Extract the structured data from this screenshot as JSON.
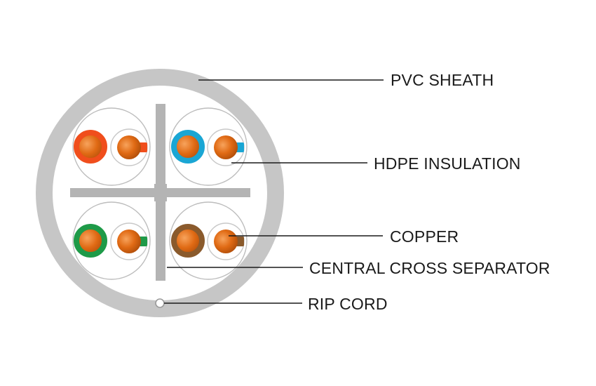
{
  "labels": {
    "pvc_sheath": "PVC SHEATH",
    "hdpe_insulation": "HDPE INSULATION",
    "copper": "COPPER",
    "central_cross_separator": "CENTRAL CROSS SEPARATOR",
    "rip_cord": "RIP CORD"
  },
  "colors": {
    "sheath": "#c6c6c6",
    "separator": "#b4b4b4",
    "copper": "#e06a14",
    "copper_highlight": "#f5a15a",
    "copper_shadow": "#a84a08",
    "pair_outline": "#bdbdbd",
    "pairs": {
      "orange": "#f04e1c",
      "blue": "#1aa6d4",
      "green": "#1e9a48",
      "brown": "#8a5a2c"
    }
  }
}
